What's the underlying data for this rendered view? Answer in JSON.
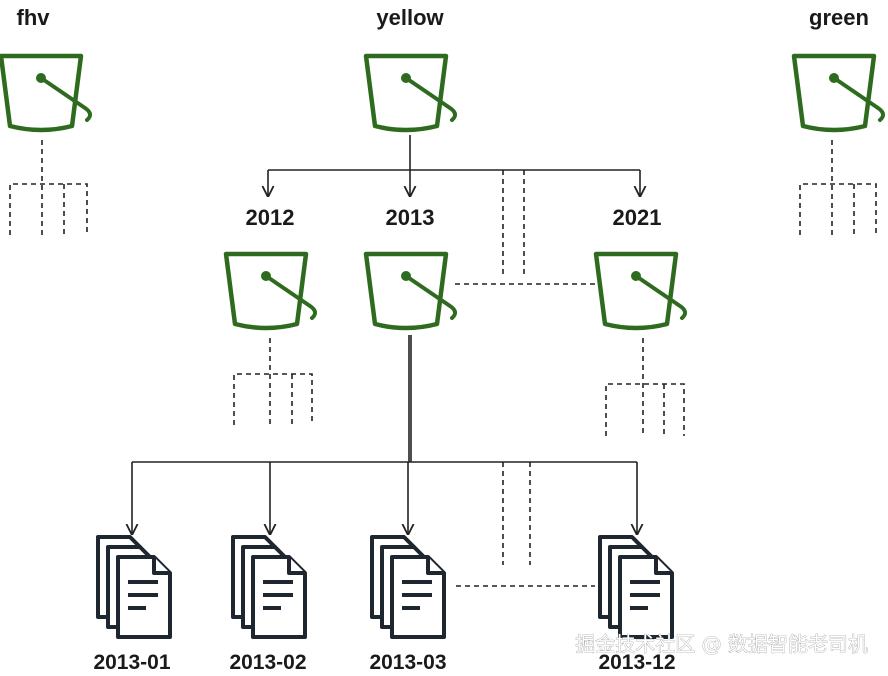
{
  "root_buckets": [
    {
      "id": "fhv",
      "label": "fhv"
    },
    {
      "id": "yellow",
      "label": "yellow"
    },
    {
      "id": "green",
      "label": "green"
    }
  ],
  "year_buckets": [
    {
      "id": "2012",
      "label": "2012"
    },
    {
      "id": "2013",
      "label": "2013"
    },
    {
      "id": "2021",
      "label": "2021"
    }
  ],
  "files": [
    {
      "id": "2013-01",
      "label": "2013-01"
    },
    {
      "id": "2013-02",
      "label": "2013-02"
    },
    {
      "id": "2013-03",
      "label": "2013-03"
    },
    {
      "id": "2013-12",
      "label": "2013-12"
    }
  ],
  "watermark": "掘金技术社区 @ 数据智能老司机",
  "colors": {
    "bucket": "#2e6b1f",
    "document": "#1e2630",
    "line": "#222222"
  }
}
